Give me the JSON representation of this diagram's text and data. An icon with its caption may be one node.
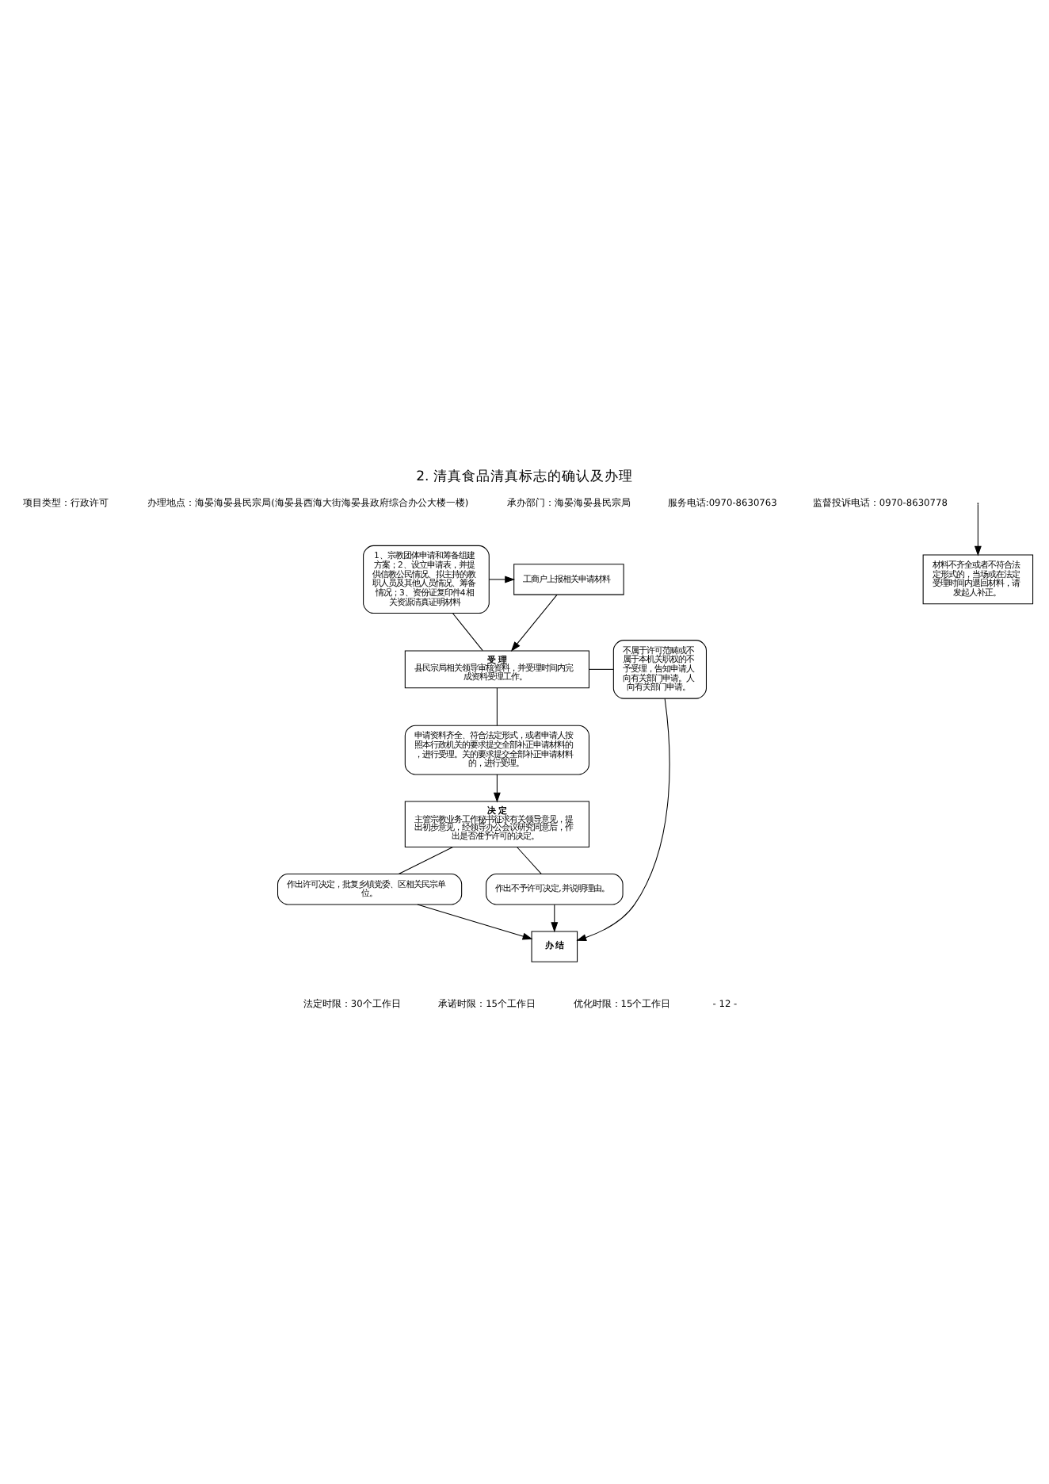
{
  "diagram": {
    "title": "2. 清真食品清真标志的确认及办理",
    "nodes": [
      {
        "text": [
          "工商户上报相关申请材料"
        ]
      },
      {
        "text": [
          "1、宗教团体申请和筹备组建方案；2、设立申请表，并提供信教公民情况、拟主持的教职人员及其他人员情况、筹备情况；3、资份证复印件4相关资源清真证明材料"
        ]
      },
      {
        "text": [
          "不属于许可范畴或不属于本机关职权的不予受理，告知申请人向有关部门申请。人向有关部门申请。"
        ]
      },
      {
        "text": [
          "受 理",
          "县民宗局相关领导审核资料，并受理时间内完成资料受理工作。"
        ]
      },
      {
        "text": [
          "申请资料齐全、符合法定形式，或者申请人按照本行政机关的要求提交全部补正申请材料的，进行受理。关的要求提交全部补正申请材料的，进行受理。"
        ]
      },
      {
        "text": [
          "材料不齐全或者不符合法定形式的，当场或在法定受理时间内退回材料，请发起人补正。"
        ]
      },
      {
        "text": [
          "决 定",
          "主管宗教业务工作秘书征求有关领导意见，提出初步意见，经领导办公会议研究同意后，作出是否准予许可的决定。"
        ]
      },
      {
        "text": [
          "作出许可决定，批复乡镇党委、区相关民宗单位。"
        ]
      },
      {
        "text": [
          "作出不予许可决定,并说明理由。"
        ]
      },
      {
        "text": [
          "办 结"
        ]
      }
    ],
    "edges": [
      {
        "from": 0,
        "to": 3,
        "arrow": "to"
      },
      {
        "from": 1,
        "to": 0,
        "arrow": "to"
      },
      {
        "from": 3,
        "to": 1,
        "arrow": "none"
      },
      {
        "from": 3,
        "to": 2,
        "arrow": "none"
      },
      {
        "from": 3,
        "to": 4,
        "arrow": "none"
      },
      {
        "from": 4,
        "to": 6,
        "arrow": "to"
      },
      {
        "from": null,
        "to": 5,
        "arrow": "to"
      },
      {
        "from": 6,
        "to": 7,
        "arrow": "none"
      },
      {
        "from": 6,
        "to": 8,
        "arrow": "none"
      },
      {
        "from": 7,
        "to": 9,
        "arrow": "to"
      },
      {
        "from": 8,
        "to": 9,
        "arrow": "to"
      },
      {
        "from": 2,
        "to": 9,
        "arrow": "to"
      }
    ],
    "labels": [
      "项目类型：行政许可",
      "办理地点：海晏海晏县民宗局(海晏县西海大街海晏县政府综合办公大楼一楼)",
      "承办部门：海晏海晏县民宗局",
      "服务电话:0970-8630763",
      "监督投诉电话：0970-8630778",
      "法定时限：30个工作日",
      "承诺时限：15个工作日",
      "优化时限：15个工作日",
      "- 12 -"
    ]
  }
}
